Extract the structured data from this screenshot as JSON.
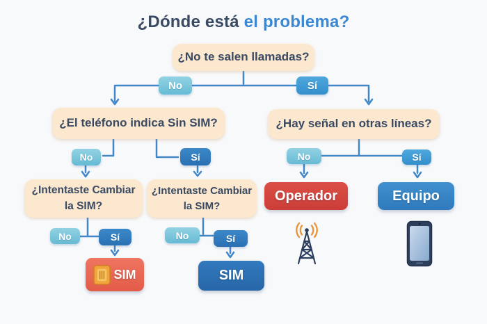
{
  "title": {
    "prefix": "¿Dónde está",
    "highlight": "el problema?"
  },
  "labels": {
    "no": "No",
    "si": "Sí"
  },
  "questions": {
    "root": "¿No te salen llamadas?",
    "sin_sim": "¿El teléfono indica Sin SIM?",
    "senal": "¿Hay señal en otras líneas?",
    "cambiar_left": "¿Intentaste Cambiar la SIM?",
    "cambiar_right": "¿Intentaste Cambiar la SIM?"
  },
  "results": {
    "sim_left": "SIM",
    "sim_right": "SIM",
    "operador": "Operador",
    "equipo": "Equipo"
  },
  "icons": {
    "sim_card": "sim-card-icon",
    "antenna": "radio-tower-icon",
    "smartphone": "smartphone-icon"
  },
  "colors": {
    "background": "#F8F9FB",
    "question_box": "#FBE8CE",
    "text_dark": "#3A4A63",
    "title_accent": "#3C87D2",
    "connector": "#4187C7",
    "label_no_light_blue": "#74C2D9",
    "label_si_medium_blue": "#3E9CD6",
    "label_si_dark_blue": "#2E7EC2",
    "result_red": "#D6453E",
    "result_salmon": "#E96B56",
    "result_dark_blue": "#2D6FB5",
    "result_medium_blue": "#3884C6",
    "sim_icon_orange": "#F2A53C",
    "antenna_navy": "#2C3E5E",
    "antenna_waves_orange": "#E8953C"
  }
}
